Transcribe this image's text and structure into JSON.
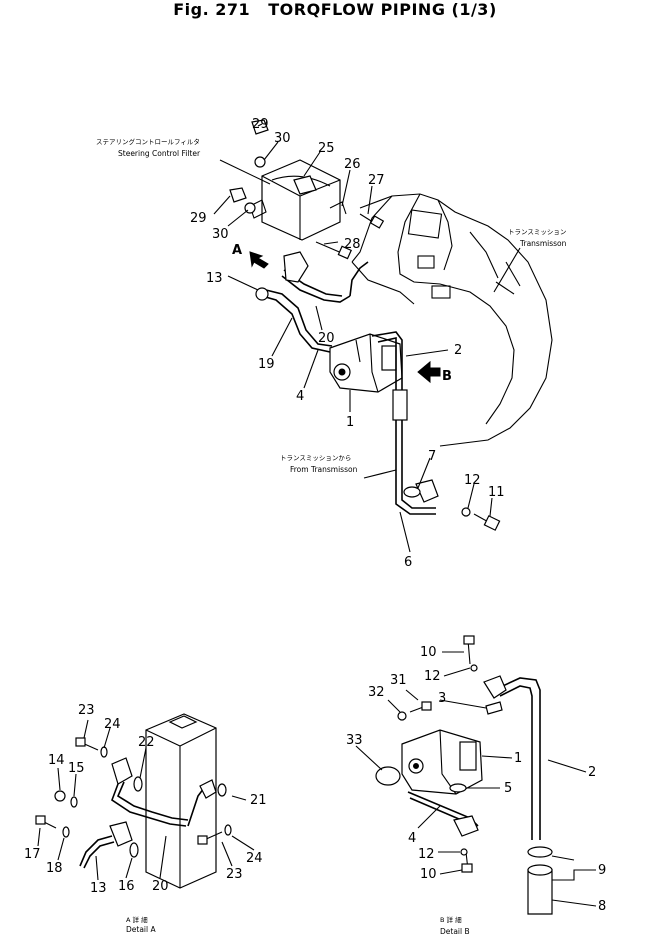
{
  "title": {
    "fig": "Fig. 271",
    "name": "TORQFLOW PIPING (1/3)"
  },
  "captions": {
    "steering_jp": "ステアリングコントロールフィルタ",
    "steering_en": "Steering Control Filter",
    "transmission_jp": "トランスミッション",
    "transmission_en": "Transmisson",
    "from_trans_jp": "トランスミッションから",
    "from_trans_en": "From Transmisson",
    "detail_a_jp": "A 詳 細",
    "detail_a_en": "Detail A",
    "detail_b_jp": "B 詳 細",
    "detail_b_en": "Detail B"
  },
  "arrows": {
    "a": "A",
    "b": "B"
  },
  "main_labels": [
    "29",
    "30",
    "25",
    "26",
    "27",
    "29",
    "30",
    "28",
    "13",
    "20",
    "19",
    "4",
    "1",
    "2",
    "7",
    "12",
    "11",
    "6"
  ],
  "detail_a_labels": [
    "23",
    "24",
    "22",
    "14",
    "15",
    "21",
    "17",
    "18",
    "13",
    "16",
    "20",
    "23",
    "24"
  ],
  "detail_b_labels": [
    "10",
    "12",
    "31",
    "32",
    "3",
    "33",
    "1",
    "2",
    "5",
    "4",
    "12",
    "10",
    "9",
    "8"
  ]
}
